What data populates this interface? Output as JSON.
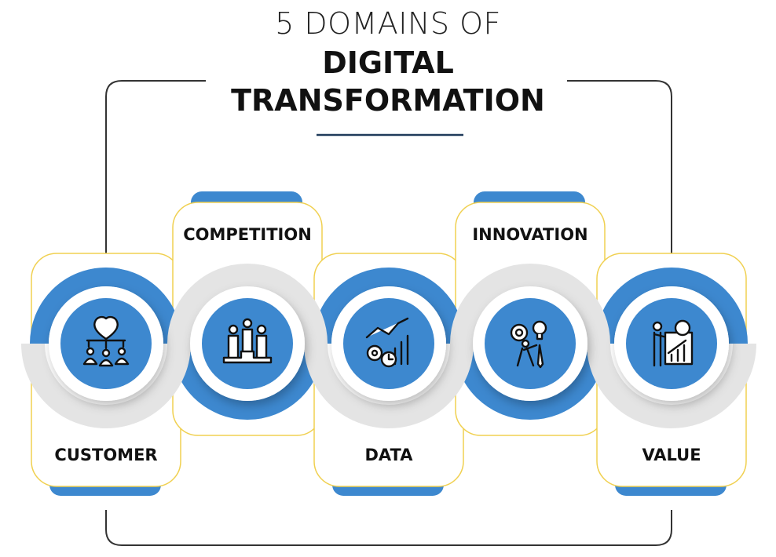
{
  "title": {
    "line1": "5 DOMAINS OF",
    "line2": "DIGITAL",
    "line3": "TRANSFORMATION"
  },
  "colors": {
    "blue": "#3d88cf",
    "gray": "#e3e3e3",
    "card_border": "#f0d050",
    "frame": "#333"
  },
  "domains": [
    {
      "label": "CUSTOMER",
      "icon": "handshake-people-icon"
    },
    {
      "label": "COMPETITION",
      "icon": "podium-icon"
    },
    {
      "label": "DATA",
      "icon": "analytics-gears-icon"
    },
    {
      "label": "INNOVATION",
      "icon": "lightbulb-gear-person-icon"
    },
    {
      "label": "VALUE",
      "icon": "dollar-growth-icon"
    }
  ]
}
